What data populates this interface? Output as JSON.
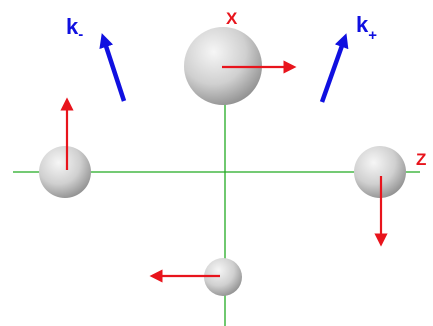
{
  "labels": {
    "x_axis": "X",
    "z_axis": "Z",
    "k_minus_base": "k",
    "k_minus_sub": "-",
    "k_plus_base": "k",
    "k_plus_sub": "+"
  },
  "colors": {
    "background": "#ffffff",
    "axis": "#22aa22",
    "arrow_red": "#e8141c",
    "arrow_blue": "#1010e0",
    "label_red": "#e8141c",
    "label_blue": "#1010e0",
    "sphere_light": "#f4f4f4",
    "sphere_mid": "#cfcfcf",
    "sphere_dark": "#8e8e8e"
  }
}
